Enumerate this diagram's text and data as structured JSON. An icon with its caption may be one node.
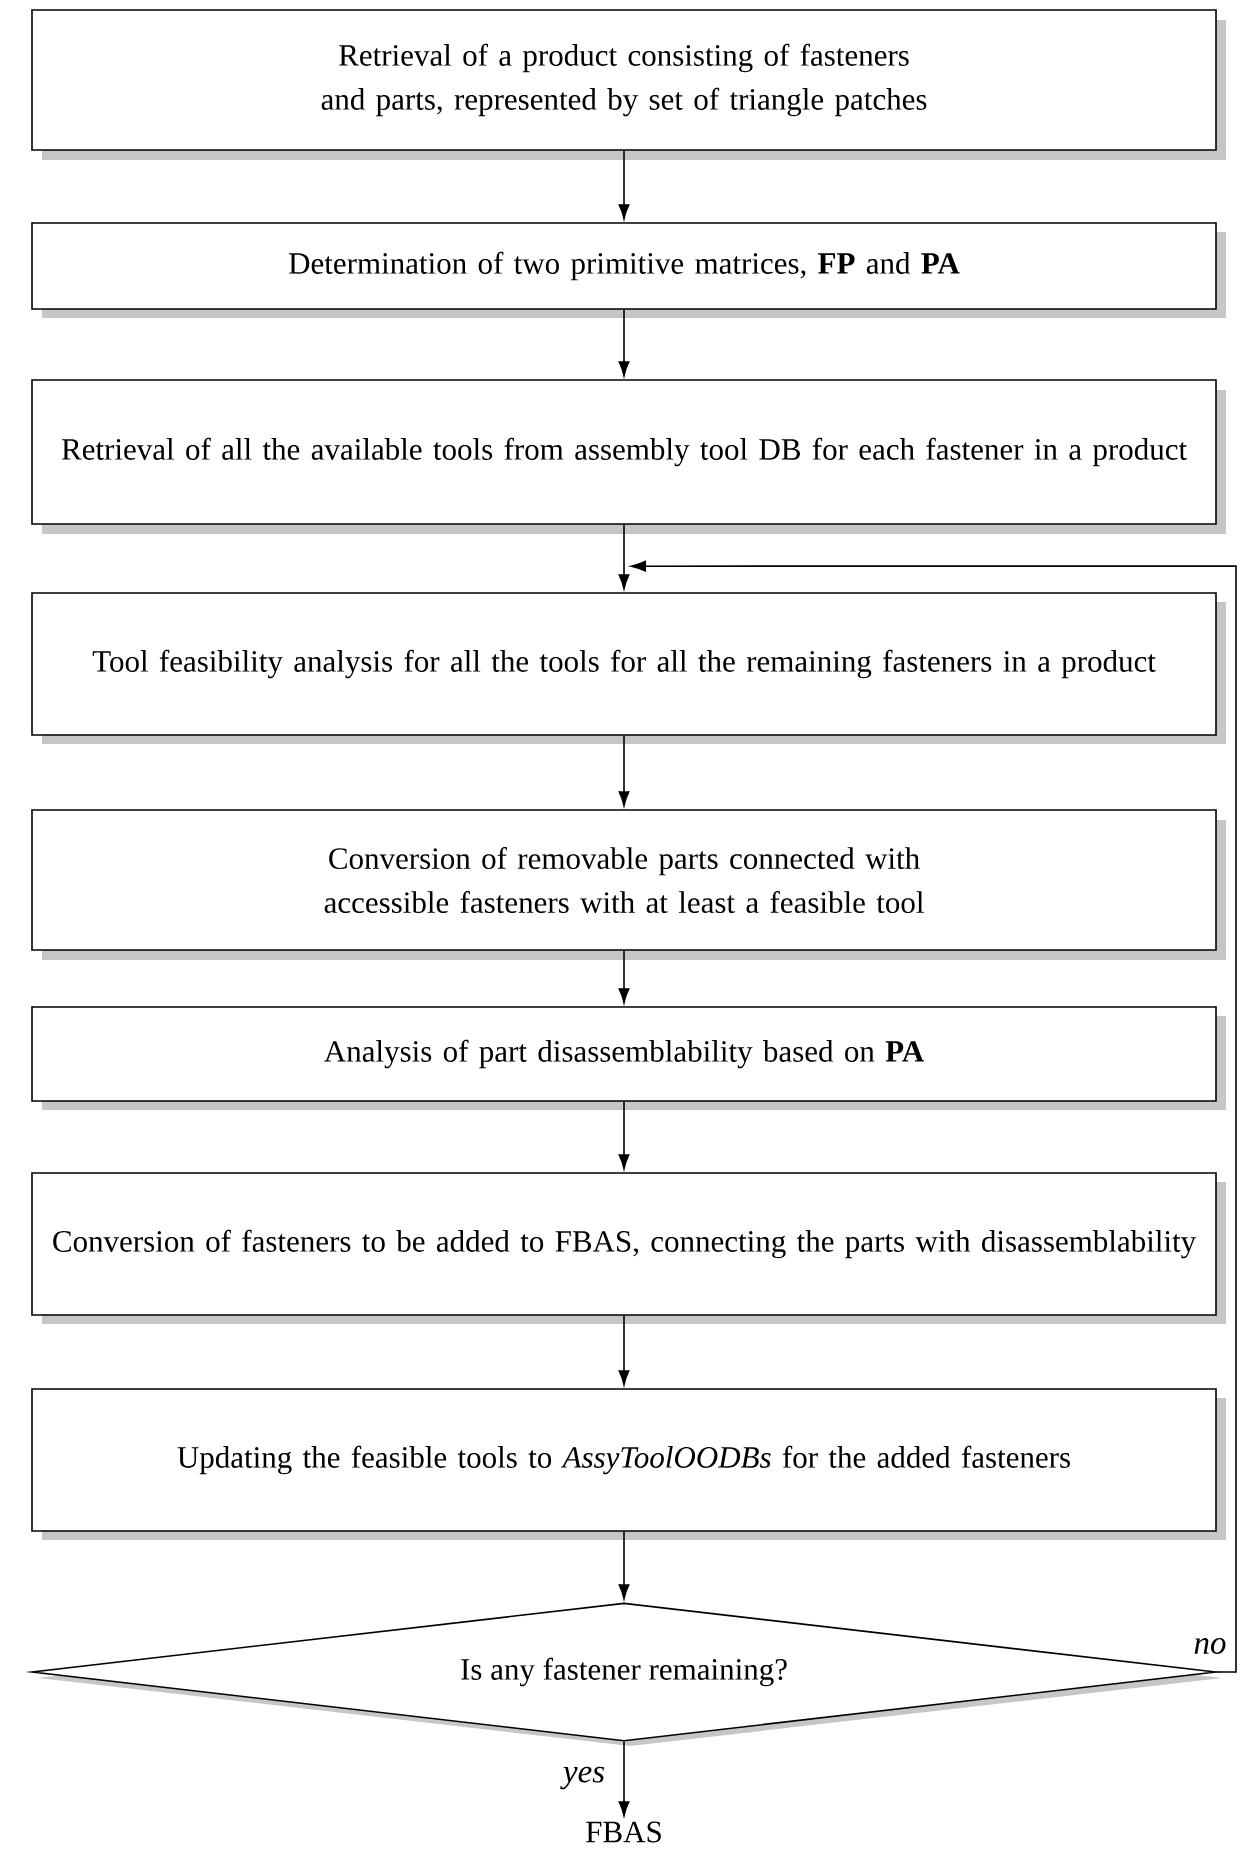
{
  "diagram": {
    "nodes": [
      {
        "text": [
          "Retrieval of a product consisting of fasteners and parts, represented by set of triangle patches"
        ]
      },
      {
        "text": [
          "Determination of two primitive matrices, **FP** and **PA**"
        ]
      },
      {
        "text": [
          "Retrieval of all the available tools from assembly tool DB for each fastener in a product"
        ]
      },
      {
        "text": [
          "Tool feasibility analysis for all the tools for all the remaining fasteners in a product"
        ]
      },
      {
        "text": [
          "Conversion of removable parts connected with accessible fasteners with at least a feasible tool"
        ]
      },
      {
        "text": [
          "Analysis of part disassemblability based on **PA**"
        ]
      },
      {
        "text": [
          "Conversion of fasteners to be added to FBAS, connecting the parts with disassemblability"
        ]
      },
      {
        "text": [
          "Updating the feasible tools to *AssyToolOODBs* for the added fasteners"
        ]
      },
      {
        "text": [
          "Is any fastener remaining?"
        ]
      },
      {
        "text": [
          "FBAS"
        ]
      }
    ],
    "edges": [
      {
        "from": 0,
        "to": 1,
        "arrow": "to"
      },
      {
        "from": 1,
        "to": 2,
        "arrow": "to"
      },
      {
        "from": 2,
        "to": 3,
        "arrow": "to"
      },
      {
        "from": 3,
        "to": 4,
        "arrow": "to"
      },
      {
        "from": 4,
        "to": 5,
        "arrow": "to"
      },
      {
        "from": 5,
        "to": 6,
        "arrow": "to"
      },
      {
        "from": 6,
        "to": 7,
        "arrow": "to"
      },
      {
        "from": 7,
        "to": 8,
        "arrow": "to"
      },
      {
        "from": 8,
        "to": 3,
        "arrow": "to",
        "label": "no"
      },
      {
        "from": 8,
        "to": 9,
        "arrow": "to",
        "label": "yes"
      }
    ]
  }
}
